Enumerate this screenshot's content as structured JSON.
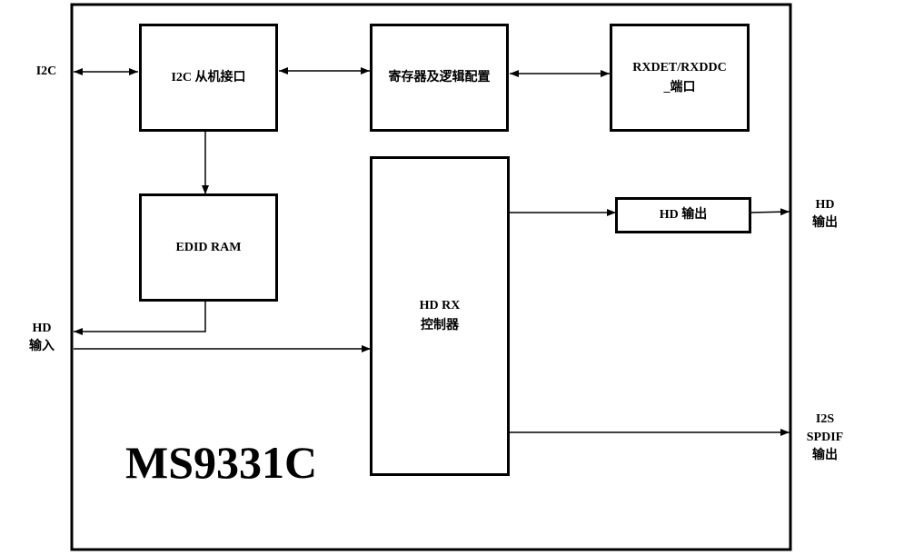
{
  "diagram": {
    "chip_name": "MS9331C",
    "blocks": {
      "i2c_slave": "I2C 从机接口",
      "register_logic": "寄存器及逻辑配置",
      "rxdet_line1": "RXDET/RXDDC",
      "rxdet_line2": "_端口",
      "edid_ram": "EDID RAM",
      "hd_rx_line1": "HD RX",
      "hd_rx_line2": "控制器",
      "hd_out": "HD 输出"
    },
    "external": {
      "i2c": "I2C",
      "hd_in_line1": "HD",
      "hd_in_line2": "输入",
      "hd_out_line1": "HD",
      "hd_out_line2": "输出",
      "audio_line1": "I2S",
      "audio_line2": "SPDIF",
      "audio_line3": "输出"
    },
    "colors": {
      "line": "#000000",
      "background": "#ffffff"
    }
  }
}
